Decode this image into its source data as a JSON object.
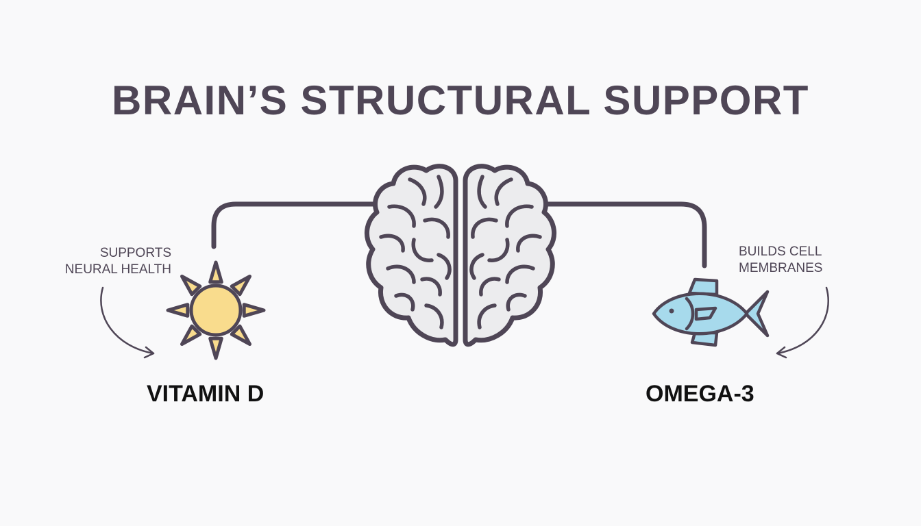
{
  "diagram": {
    "title": "BRAIN’S STRUCTURAL SUPPORT",
    "center": {
      "icon": "brain-icon"
    },
    "nodes": [
      {
        "id": "vitamin-d",
        "label": "VITAMIN D",
        "note_lines": [
          "SUPPORTS",
          "NEURAL HEALTH"
        ],
        "icon": "sun-icon",
        "color": "#f9dc8d"
      },
      {
        "id": "omega-3",
        "label": "OMEGA-3",
        "note_lines": [
          "BUILDS CELL",
          "MEMBRANES"
        ],
        "icon": "fish-icon",
        "color": "#a7daec"
      }
    ]
  },
  "colors": {
    "background": "#f9f9fa",
    "line": "#4f4656",
    "title": "#4f4656",
    "brain_fill": "#ececee",
    "sun": "#f9dc8d",
    "fish": "#a7daec",
    "label": "#111111"
  }
}
